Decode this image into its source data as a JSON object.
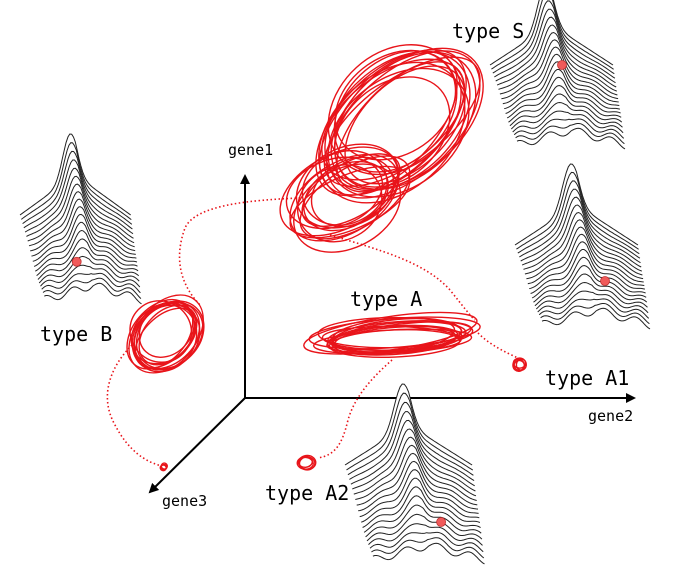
{
  "axes": {
    "gene1": "gene1",
    "gene2": "gene2",
    "gene3": "gene3"
  },
  "states": {
    "type_s": "type S",
    "type_a": "type A",
    "type_a1": "type A1",
    "type_a2": "type A2",
    "type_b": "type B"
  },
  "colors": {
    "trajectory": "#e8141a",
    "landscape_line": "#222222",
    "ball": "#f05a5a",
    "axis": "#000000"
  }
}
